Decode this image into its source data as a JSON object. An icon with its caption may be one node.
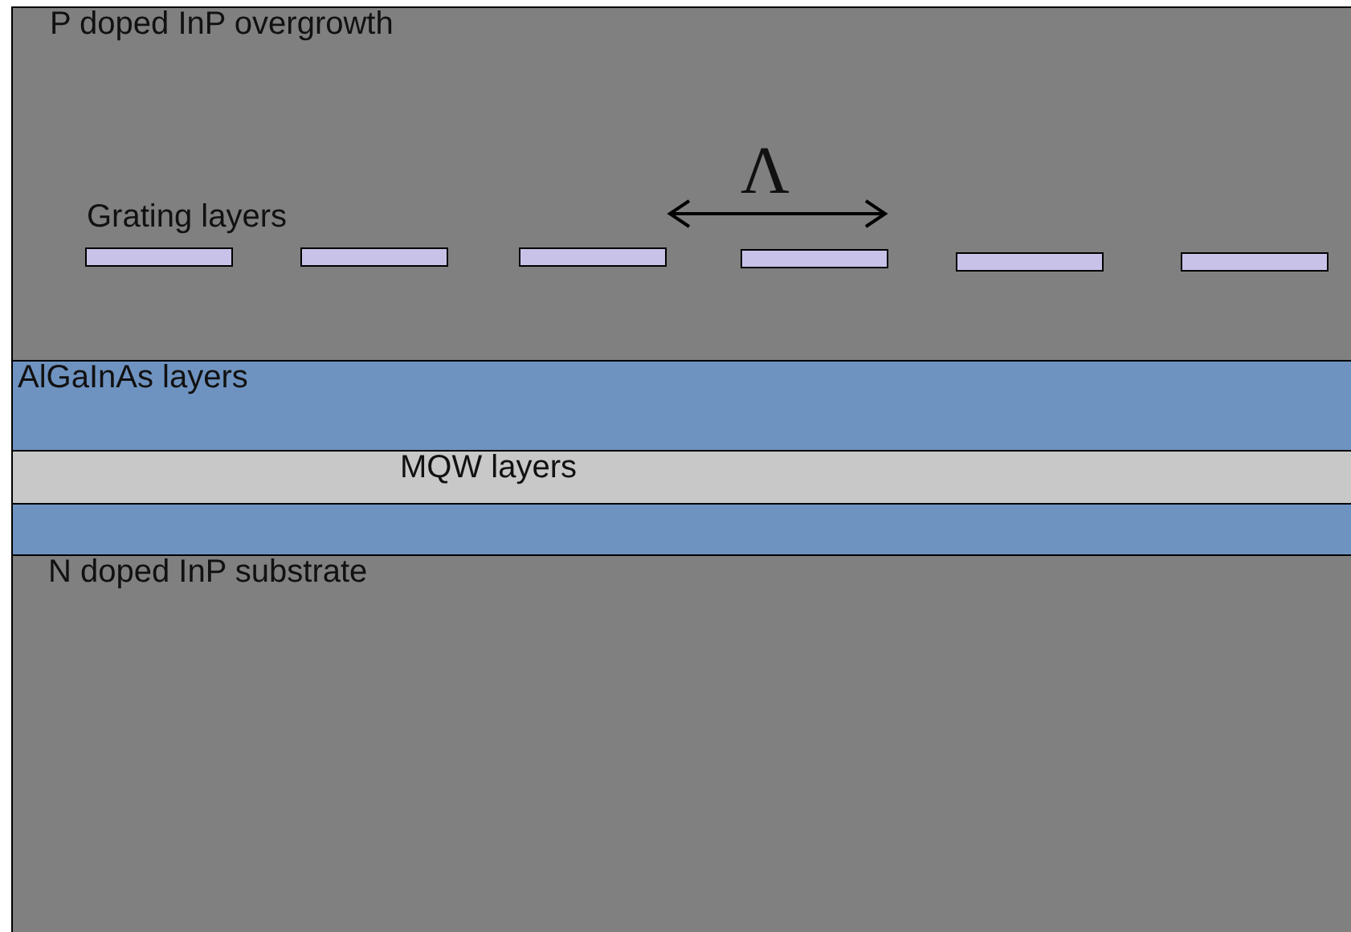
{
  "diagram": {
    "nodes": [
      {
        "text": [
          "P doped InP overgrowth"
        ]
      },
      {
        "text": [],
        "shape": "bar",
        "in": 0
      },
      {
        "text": [],
        "shape": "bar",
        "in": 0
      },
      {
        "text": [],
        "shape": "bar",
        "in": 0
      },
      {
        "text": [],
        "shape": "bar",
        "in": 0
      },
      {
        "text": [],
        "shape": "bar",
        "in": 0
      },
      {
        "text": [],
        "shape": "bar",
        "in": 0
      },
      {
        "text": [
          "AlGaInAs layers"
        ]
      },
      {
        "text": [
          "MQW layers"
        ]
      },
      {
        "text": [],
        "shape": "box"
      },
      {
        "text": [
          "N doped InP substrate"
        ]
      }
    ],
    "labels": [
      "Grating layers",
      "Λ"
    ]
  }
}
